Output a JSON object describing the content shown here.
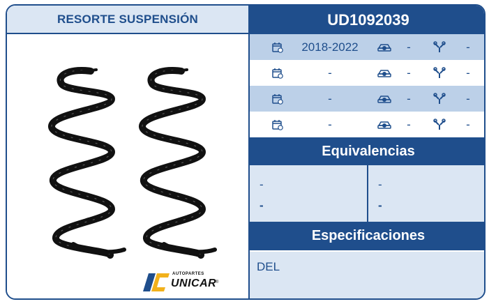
{
  "product": {
    "category": "RESORTE SUSPENSIÓN",
    "code": "UD1092039"
  },
  "applications": [
    {
      "years": "2018-2022",
      "vehicle": "-",
      "engine": "-"
    },
    {
      "years": "-",
      "vehicle": "-",
      "engine": "-"
    },
    {
      "years": "-",
      "vehicle": "-",
      "engine": "-"
    },
    {
      "years": "-",
      "vehicle": "-",
      "engine": "-"
    }
  ],
  "equivalencias": {
    "title": "Equivalencias",
    "left": [
      "-",
      "-"
    ],
    "right": [
      "-",
      "-"
    ]
  },
  "especificaciones": {
    "title": "Especificaciones",
    "text": "DEL"
  },
  "brand": {
    "small": "AUTOPARTES",
    "name": "UNICAR",
    "reg": "®"
  },
  "icons": {
    "calendar": "calendar-icon",
    "vehicle": "car-icon",
    "engine": "engine-icon"
  },
  "colors": {
    "primary": "#1f4e8c",
    "shade": "#bcd0e8",
    "light": "#dbe6f3"
  }
}
